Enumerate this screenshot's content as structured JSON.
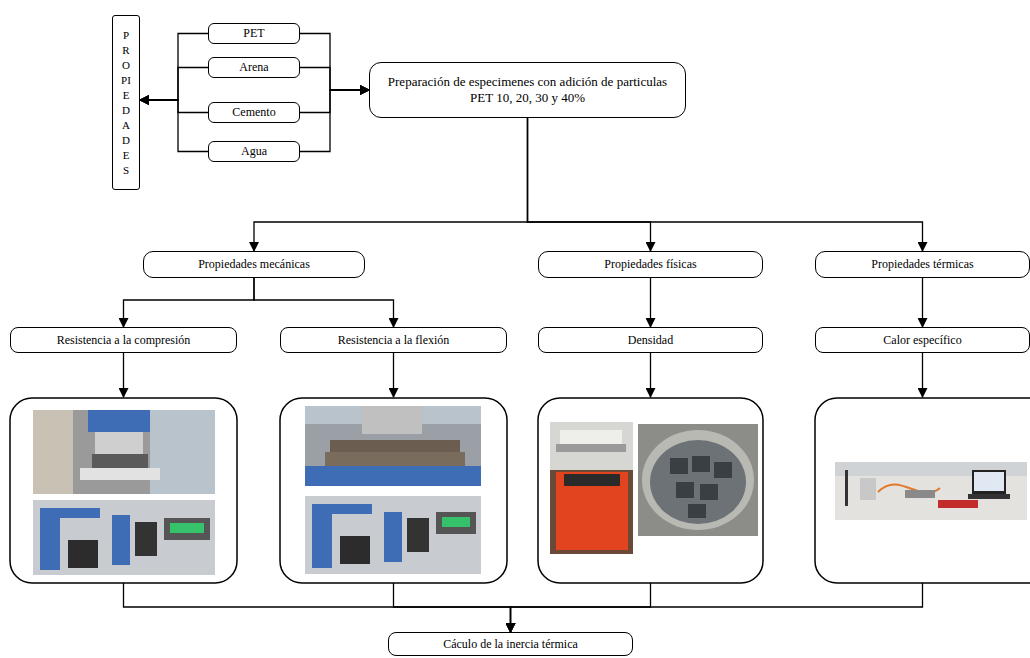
{
  "diagram": {
    "nodes": [
      {
        "text": [
          "PROPIEDADES"
        ]
      },
      {
        "text": [
          "PET"
        ]
      },
      {
        "text": [
          "Arena"
        ]
      },
      {
        "text": [
          "Cemento"
        ]
      },
      {
        "text": [
          "Agua"
        ]
      },
      {
        "text": [
          "Preparación de especimenes con adición de particulas PET 10, 20, 30 y 40%"
        ]
      },
      {
        "text": [
          "Propiedades mecánicas"
        ]
      },
      {
        "text": [
          "Propiedades físicas"
        ]
      },
      {
        "text": [
          "Propiedades térmicas"
        ]
      },
      {
        "text": [
          "Resistencia a la compresión"
        ]
      },
      {
        "text": [
          "Resistencia a la flexión"
        ]
      },
      {
        "text": [
          "Densidad"
        ]
      },
      {
        "text": [
          "Calor específico"
        ]
      },
      {
        "text": [
          "Cáculo de la inercia térmica"
        ]
      }
    ],
    "edges": [
      {
        "from": 1,
        "to": 0,
        "arrow": "to"
      },
      {
        "from": 2,
        "to": 0,
        "arrow": "to"
      },
      {
        "from": 3,
        "to": 0,
        "arrow": "to"
      },
      {
        "from": 4,
        "to": 0,
        "arrow": "to"
      },
      {
        "from": 1,
        "to": 5,
        "arrow": "to"
      },
      {
        "from": 2,
        "to": 5,
        "arrow": "to"
      },
      {
        "from": 3,
        "to": 5,
        "arrow": "to"
      },
      {
        "from": 4,
        "to": 5,
        "arrow": "to"
      },
      {
        "from": 5,
        "to": 6,
        "arrow": "to"
      },
      {
        "from": 5,
        "to": 7,
        "arrow": "to"
      },
      {
        "from": 5,
        "to": 8,
        "arrow": "to"
      },
      {
        "from": 6,
        "to": 9,
        "arrow": "to"
      },
      {
        "from": 6,
        "to": 10,
        "arrow": "to"
      },
      {
        "from": 7,
        "to": 11,
        "arrow": "to"
      },
      {
        "from": 8,
        "to": 12,
        "arrow": "to"
      },
      {
        "from": 9,
        "to": 13,
        "arrow": "to"
      },
      {
        "from": 10,
        "to": 13,
        "arrow": "to"
      },
      {
        "from": 11,
        "to": 13,
        "arrow": "to"
      },
      {
        "from": 12,
        "to": 13,
        "arrow": "to"
      }
    ]
  }
}
